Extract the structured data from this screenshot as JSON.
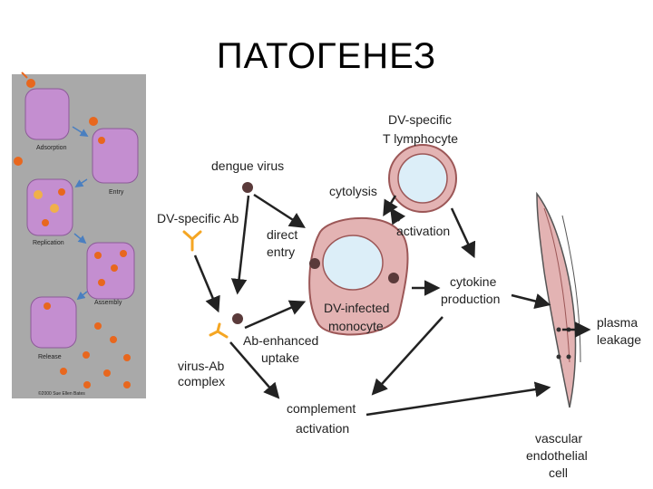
{
  "title": "ПАТОГЕНЕЗ",
  "lifecycle_panel": {
    "stages": [
      "Adsorption",
      "Entry",
      "Replication",
      "Assembly",
      "Release"
    ],
    "copyright": "©2000 Sue Ellen Bates"
  },
  "labels": {
    "dv_specific_t": "DV-specific",
    "t_lymphocyte": "T lymphocyte",
    "dengue_virus": "dengue virus",
    "cytolysis": "cytolysis",
    "dv_specific_ab": "DV-specific Ab",
    "direct": "direct",
    "entry": "entry",
    "activation": "activation",
    "dv_infected": "DV-infected",
    "monocyte": "monocyte",
    "cytokine": "cytokine",
    "production": "production",
    "plasma": "plasma",
    "leakage": "leakage",
    "ab_enhanced": "Ab-enhanced",
    "uptake": "uptake",
    "virus_ab": "virus-Ab",
    "complex": "complex",
    "complement": "complement",
    "complement_activation": "activation",
    "vascular": "vascular",
    "endothelial": "endothelial",
    "cell": "cell"
  },
  "colors": {
    "panel_bg": "#a9a9a9",
    "cell_pink": "#e3b3b3",
    "cell_pink_stroke": "#9c5757",
    "nucleus_blue": "#dceef8",
    "virus_dot": "#5a3a3a",
    "antibody": "#f5a623",
    "lifecycle_cell": "#c48ed0",
    "virus_orange": "#e8671e"
  }
}
